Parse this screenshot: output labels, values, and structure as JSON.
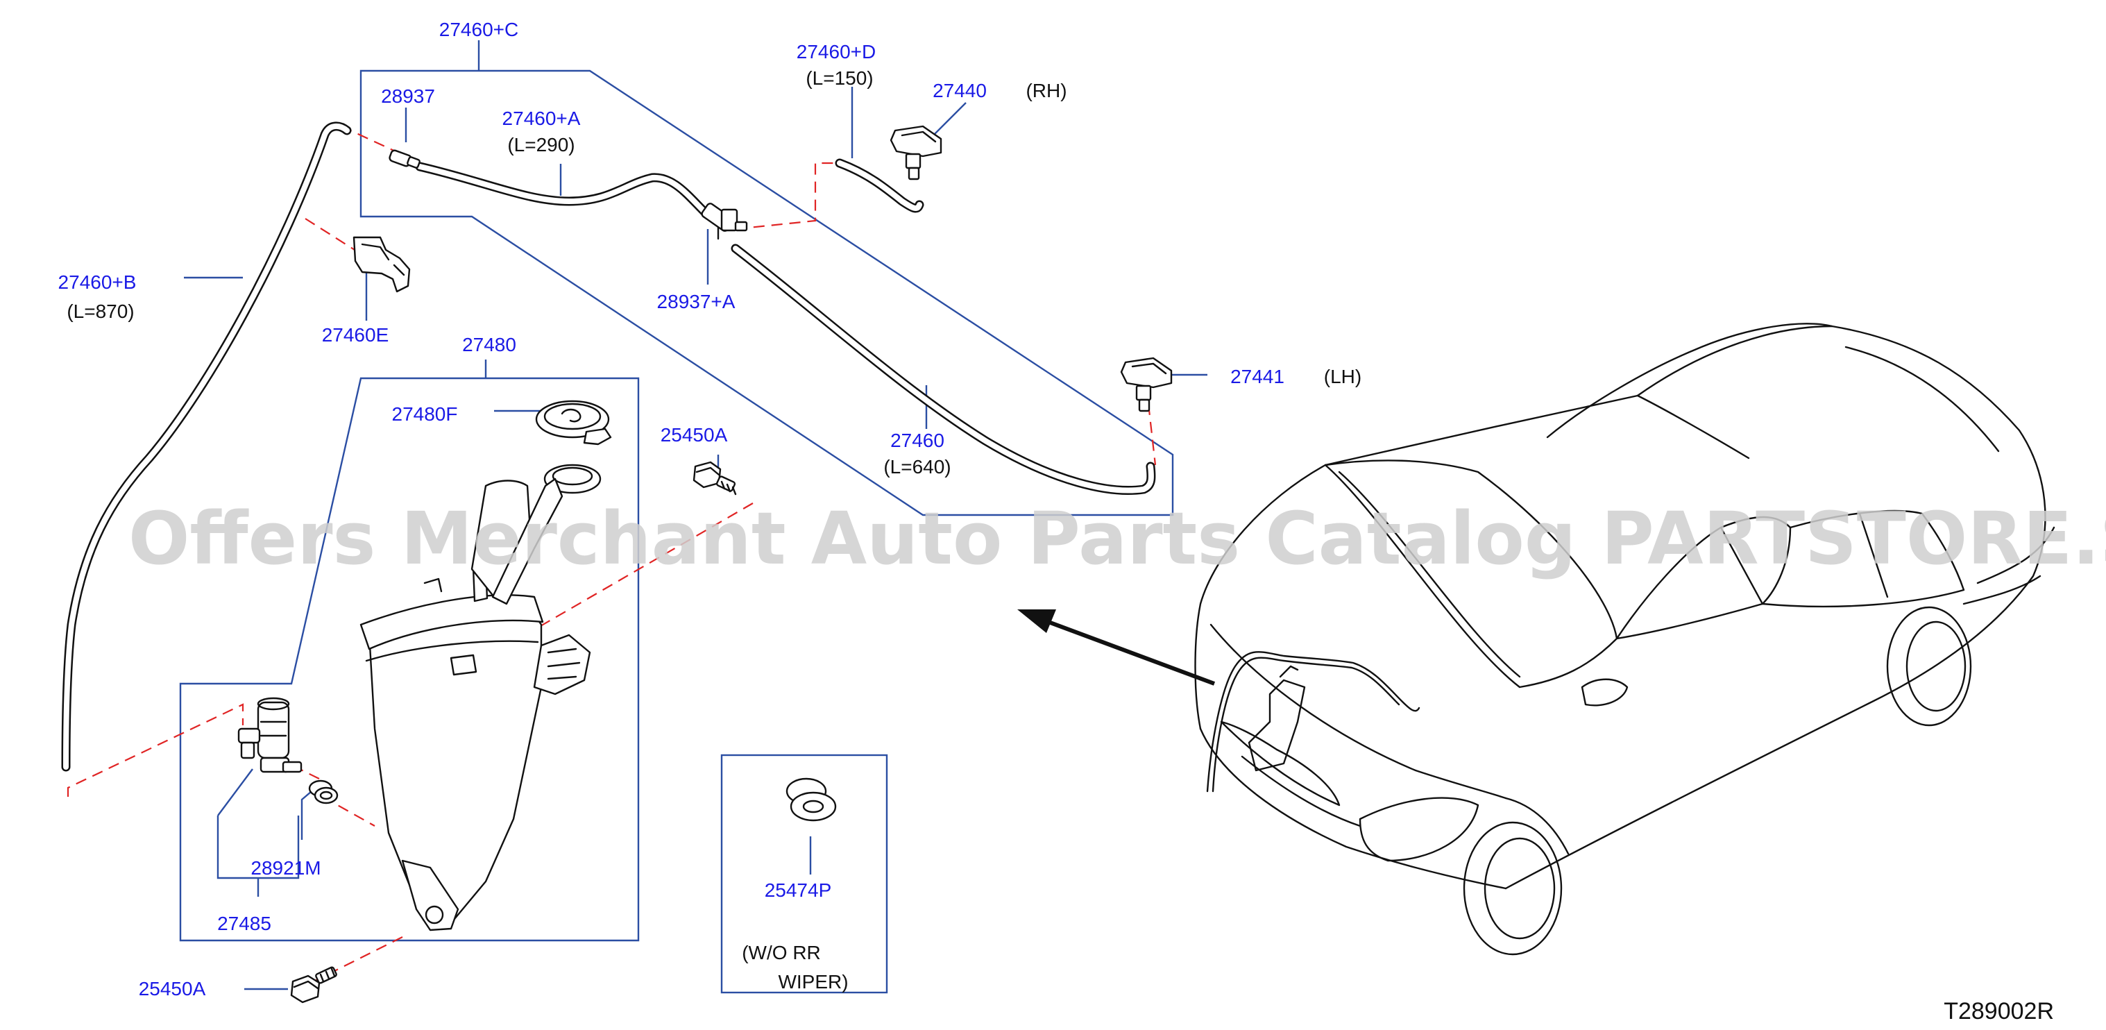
{
  "diagram_code": "T289002R",
  "watermark": "Offers Merchant Auto Parts Catalog PARTSTORE.SA",
  "callouts": [
    {
      "id": "27460c",
      "label": "27460+C"
    },
    {
      "id": "28937",
      "label": "28937"
    },
    {
      "id": "27460a",
      "label": "27460+A",
      "note": "(L=290)"
    },
    {
      "id": "27460d",
      "label": "27460+D",
      "note": "(L=150)"
    },
    {
      "id": "27440",
      "label": "27440",
      "note": "(RH)"
    },
    {
      "id": "27460b",
      "label": "27460+B",
      "note": "(L=870)"
    },
    {
      "id": "27460e",
      "label": "27460E"
    },
    {
      "id": "28937a",
      "label": "28937+A"
    },
    {
      "id": "27441",
      "label": "27441",
      "note": "(LH)"
    },
    {
      "id": "27480",
      "label": "27480"
    },
    {
      "id": "27480f",
      "label": "27480F"
    },
    {
      "id": "25450a_top",
      "label": "25450A"
    },
    {
      "id": "27460",
      "label": "27460",
      "note": "(L=640)"
    },
    {
      "id": "28921m",
      "label": "28921M"
    },
    {
      "id": "27485",
      "label": "27485"
    },
    {
      "id": "25450a_bottom",
      "label": "25450A"
    },
    {
      "id": "25474p",
      "label": "25474P",
      "note_lines": [
        "(W/O   RR",
        "WIPER)"
      ]
    }
  ],
  "colors": {
    "callout_text": "#1a1ae6",
    "group_box": "#2b4ea3",
    "dashed_connector": "#e02424",
    "line_art": "#111111",
    "watermark": "#cfcfcf"
  }
}
